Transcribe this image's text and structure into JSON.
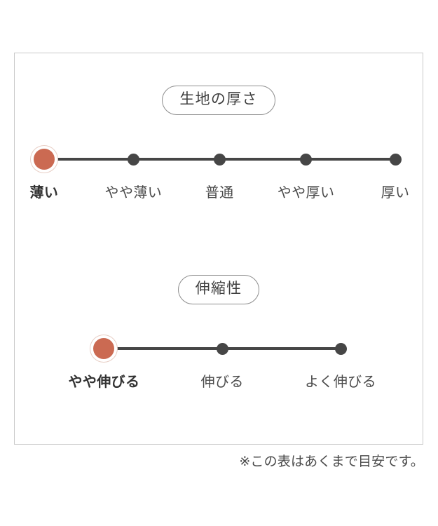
{
  "card": {
    "footnote": "※この表はあくまで目安です。"
  },
  "colors": {
    "selected_dot": "#cb6a52",
    "selected_ring": "#e8cfc6",
    "dot": "#464646",
    "track": "#464646",
    "frame_border": "#c9c9c9",
    "badge_border": "#8e8e8e",
    "text": "#4a4a4a"
  },
  "sections": [
    {
      "id": "thickness",
      "badge_label": "生地の厚さ",
      "selected_index": 0,
      "steps": [
        {
          "label": "薄い",
          "selected": true,
          "x_pct": 7.2
        },
        {
          "label": "やや薄い",
          "selected": false,
          "x_pct": 29.1
        },
        {
          "label": "普通",
          "selected": false,
          "x_pct": 50.2
        },
        {
          "label": "やや厚い",
          "selected": false,
          "x_pct": 71.4
        },
        {
          "label": "厚い",
          "selected": false,
          "x_pct": 93.3
        }
      ]
    },
    {
      "id": "stretch",
      "badge_label": "伸縮性",
      "selected_index": 0,
      "steps": [
        {
          "label": "やや伸びる",
          "selected": true,
          "x_pct": 21.9
        },
        {
          "label": "伸びる",
          "selected": false,
          "x_pct": 50.9
        },
        {
          "label": "よく伸びる",
          "selected": false,
          "x_pct": 79.9
        }
      ]
    }
  ],
  "chart_data": {
    "type": "table",
    "title": "",
    "charts": [
      {
        "name": "生地の厚さ",
        "scale": [
          "薄い",
          "やや薄い",
          "普通",
          "やや厚い",
          "厚い"
        ],
        "selected": "薄い",
        "selected_position": 1,
        "total_positions": 5
      },
      {
        "name": "伸縮性",
        "scale": [
          "やや伸びる",
          "伸びる",
          "よく伸びる"
        ],
        "selected": "やや伸びる",
        "selected_position": 1,
        "total_positions": 3
      }
    ],
    "note": "※この表はあくまで目安です。"
  }
}
